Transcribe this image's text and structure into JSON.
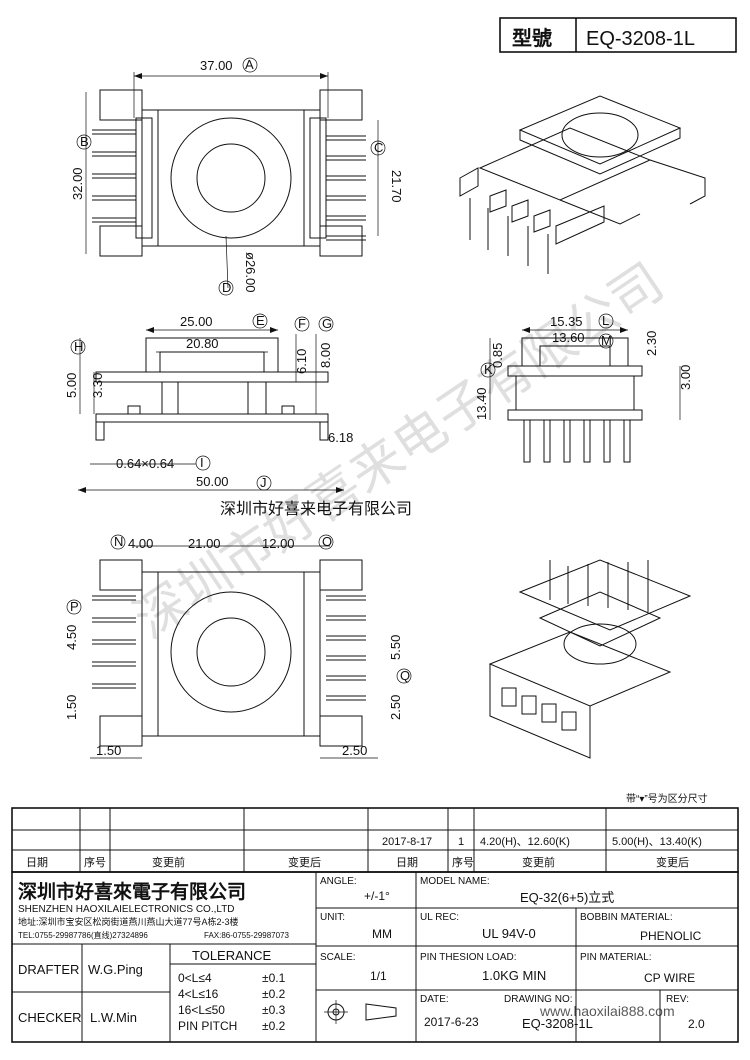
{
  "title_block_top": {
    "model_label": "型號",
    "model_value": "EQ-3208-1L"
  },
  "dimensions": {
    "top_width": "37.00",
    "top_width_tag": "A",
    "left_height": "32.00",
    "left_height_tag": "B",
    "right_height": "21.70",
    "right_height_tag": "C",
    "hole_dia": "ø26.00",
    "hole_dia_tag": "D",
    "flange_width": "25.00",
    "flange_width_tag": "E",
    "inner_width": "20.80",
    "f_value": "6.10",
    "f_tag": "F",
    "g_value": "8.00",
    "g_tag": "G",
    "h_value": "5.00",
    "h_tag": "H",
    "side_330": "3.30",
    "pin_size": "0.64×0.64",
    "pin_size_tag": "I",
    "overall": "50.00",
    "overall_tag": "J",
    "d618": "6.18",
    "r_1535": "15.35",
    "r_1535_tag": "L",
    "r_1360": "13.60",
    "r_1360_tag": "M",
    "r_085": "0.85",
    "r_230": "2.30",
    "r_1340": "13.40",
    "r_1340_tag": "K",
    "r_300": "3.00",
    "b_400": "4.00",
    "b_400_tag": "N",
    "b_2100": "21.00",
    "b_1200": "12.00",
    "b_1200_tag": "O",
    "b_450": "4.50",
    "b_450_tag": "P",
    "b_550": "5.50",
    "b_550_tag": "Q",
    "b_150": "1.50",
    "b_250": "2.50",
    "b_150b": "1.50",
    "b_250b": "2.50"
  },
  "watermark": "深圳市好喜来电子有限公司",
  "note": "带“▾”号为区分尺寸",
  "revision_table": {
    "row1": {
      "date": "2017-8-17",
      "no": "1",
      "before": "4.20(H)、12.60(K)",
      "after": "5.00(H)、13.40(K)"
    },
    "headers": {
      "date": "日期",
      "no": "序号",
      "before": "变更前",
      "after": "变更后"
    }
  },
  "company": {
    "name_cn": "深圳市好喜來電子有限公司",
    "name_en": "SHENZHEN HAOXILAIELECTRONICS CO.,LTD",
    "address": "地址:深圳市宝安区松岗街道燕川燕山大道77号A栋2-3楼",
    "tel": "TEL:0755-29987786(直线)27324896",
    "fax": "FAX:86-0755-29987073"
  },
  "title_block": {
    "angle_label": "ANGLE:",
    "angle_value": "+/-1°",
    "model_name_label": "MODEL NAME:",
    "model_name_value": "EQ-32(6+5)立式",
    "unit_label": "UNIT:",
    "unit_value": "MM",
    "ul_label": "UL REC:",
    "ul_value": "UL 94V-0",
    "bobbin_label": "BOBBIN MATERIAL:",
    "bobbin_value": "PHENOLIC",
    "scale_label": "SCALE:",
    "scale_value": "1/1",
    "pin_load_label": "PIN THESION LOAD:",
    "pin_load_value": "1.0KG MIN",
    "pin_mat_label": "PIN MATERIAL:",
    "pin_mat_value": "CP WIRE",
    "date_label": "DATE:",
    "date_value": "2017-6-23",
    "drawing_no_label": "DRAWING NO:",
    "drawing_no_value": "EQ-3208-1L",
    "rev_label": "REV:",
    "rev_value": "2.0",
    "drafter_label": "DRAFTER",
    "drafter_value": "W.G.Ping",
    "checker_label": "CHECKER",
    "checker_value": "L.W.Min",
    "tolerance_label": "TOLERANCE",
    "tol1_range": "0<L≤4",
    "tol1_val": "±0.1",
    "tol2_range": "4<L≤16",
    "tol2_val": "±0.2",
    "tol3_range": "16<L≤50",
    "tol3_val": "±0.3",
    "tol4_range": "PIN PITCH",
    "tol4_val": "±0.2",
    "web_watermark": "www.haoxilai888.com"
  }
}
